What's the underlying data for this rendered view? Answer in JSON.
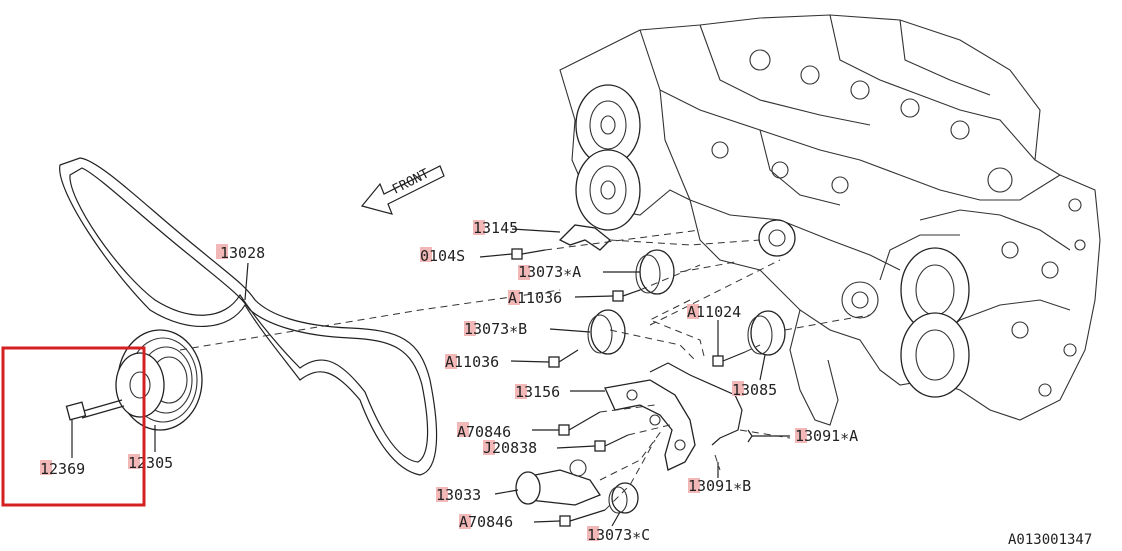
{
  "diagram": {
    "direction_label": "FRONT",
    "figure_code": "A013001347",
    "highlight_color": "#f2b8b8",
    "selection_color": "#d42020",
    "callouts": {
      "p13145": "13145",
      "p0104s": "0104S",
      "p13073a": "13073∗A",
      "p11036a": "A11036",
      "p13073b": "13073∗B",
      "p11036b": "A11036",
      "p11024": "A11024",
      "p13085": "13085",
      "p13156": "13156",
      "p70846a": "A70846",
      "p20838": "J20838",
      "p13091a": "13091∗A",
      "p13091b": "13091∗B",
      "p13033": "13033",
      "p70846b": "A70846",
      "p13073c": "13073∗C",
      "p13028": "13028",
      "p12305": "12305",
      "p12369": "12369"
    }
  }
}
